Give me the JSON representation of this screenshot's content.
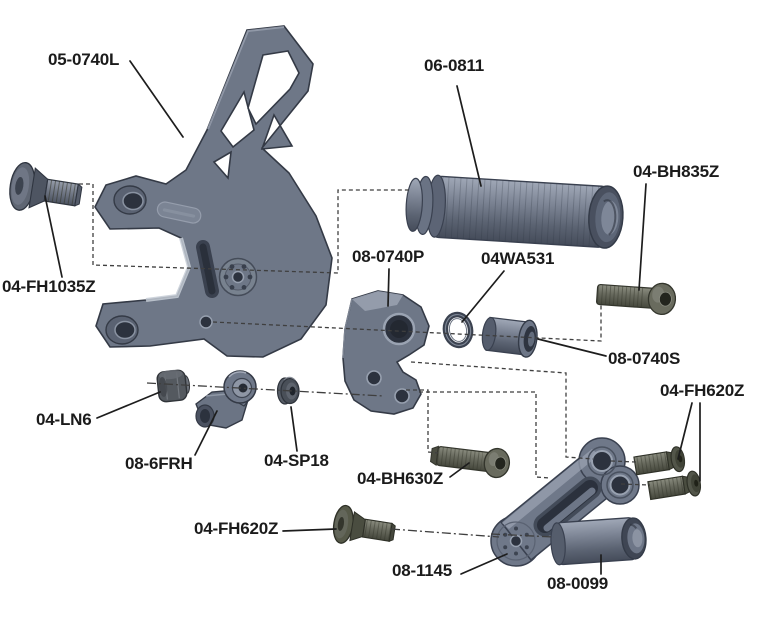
{
  "diagram": {
    "type": "exploded-parts-diagram",
    "labels": {
      "bracket": "05-0740L",
      "footpeg": "06-0811",
      "bolt_bh835z": "04-BH835Z",
      "bolt_fh1035z": "04-FH1035Z",
      "pivot_block": "08-0740P",
      "washer_wa531": "04WA531",
      "spacer_0740s": "08-0740S",
      "screws_fh620z_right": "04-FH620Z",
      "locknut_ln6": "04-LN6",
      "rod_end_6frh": "08-6FRH",
      "spacer_sp18": "04-SP18",
      "bolt_bh630z": "04-BH630Z",
      "screw_fh620z_left": "04-FH620Z",
      "arm_1145": "08-1145",
      "spacer_0099": "08-0099"
    },
    "colors": {
      "part_gray": "#6e7787",
      "part_dark": "#343a46",
      "part_light": "#98a0af",
      "fastener_olive": "#67695d",
      "leader_line": "#1d1d1d",
      "axis_line": "#3f3f3f",
      "background": "#ffffff",
      "label_text": "#1b1b1b"
    }
  }
}
